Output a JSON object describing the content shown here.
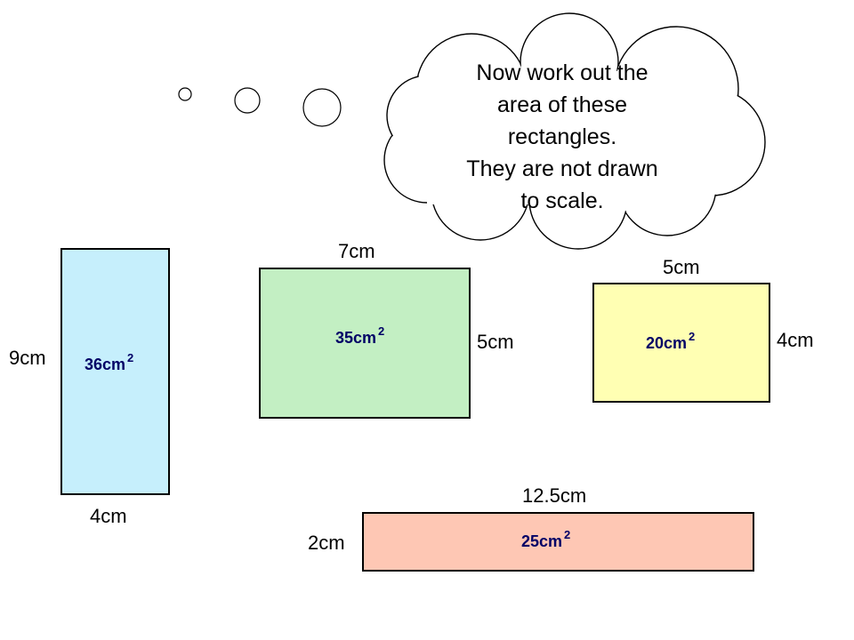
{
  "thought": {
    "lines": [
      "Now work out the",
      "area of these",
      "rectangles.",
      "They are not drawn",
      "to scale."
    ]
  },
  "rectangles": [
    {
      "id": "blue",
      "fill": "#C6EFFC",
      "side_label": "9cm",
      "bottom_label": "4cm",
      "area_value": "36cm",
      "area_power": "2"
    },
    {
      "id": "green",
      "fill": "#C3EFC3",
      "top_label": "7cm",
      "side_label": "5cm",
      "area_value": "35cm",
      "area_power": "2"
    },
    {
      "id": "yellow",
      "fill": "#FFFFB3",
      "top_label": "5cm",
      "side_label": "4cm",
      "area_value": "20cm",
      "area_power": "2"
    },
    {
      "id": "pink",
      "fill": "#FEC7B4",
      "top_label": "12.5cm",
      "side_label": "2cm",
      "area_value": "25cm",
      "area_power": "2"
    }
  ]
}
